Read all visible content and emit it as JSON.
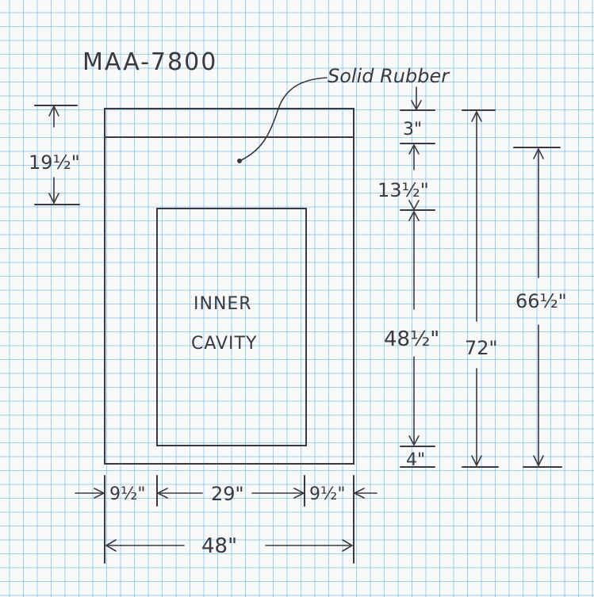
{
  "drawing": {
    "title": "MAA-7800",
    "rubber_label": "Solid Rubber",
    "cavity_line1": "INNER",
    "cavity_line2": "CAVITY"
  },
  "dimensions": {
    "top_offset": "19½\"",
    "rubber_strip": "3\"",
    "top_wall": "13½\"",
    "cavity_height": "48½\"",
    "bottom_wall": "4\"",
    "total_height": "72\"",
    "lower_height": "66½\"",
    "left_wall": "9½\"",
    "cavity_width": "29\"",
    "right_wall": "9½\"",
    "total_width": "48\""
  },
  "colors": {
    "pencil": "#3a3a3e",
    "grid": "#5faadc",
    "paper": "#f7f9fb"
  }
}
